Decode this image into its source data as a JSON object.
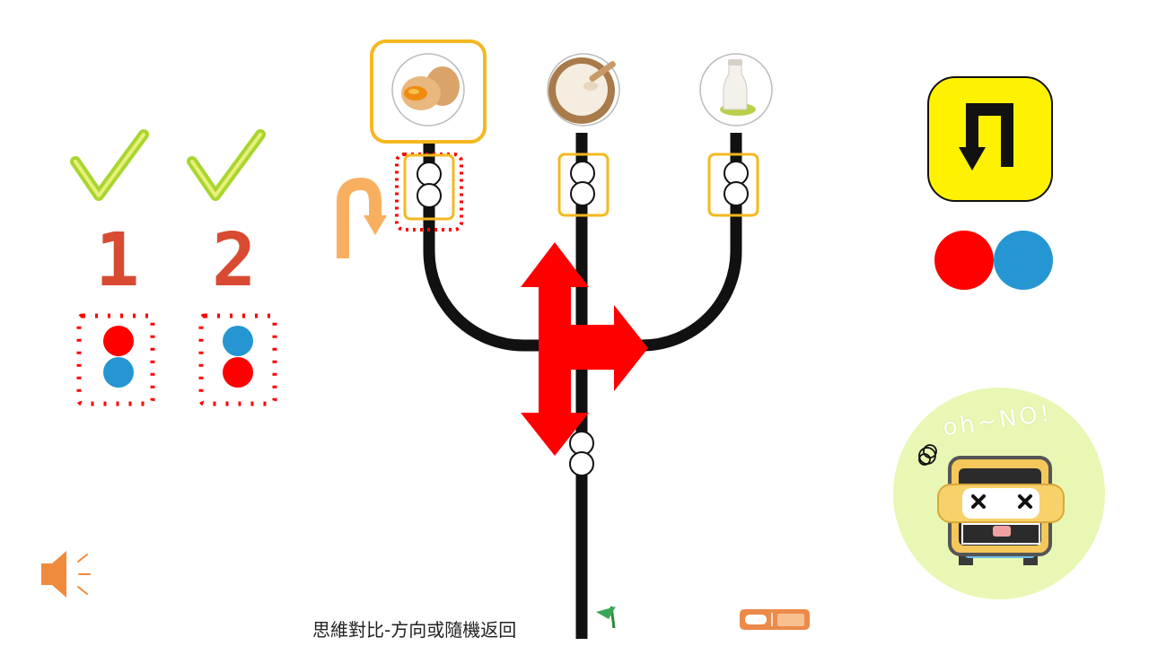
{
  "caption": "思維對比-方向或隨機返回",
  "colors": {
    "red": "#ff0000",
    "blue": "#2596d1",
    "track": "#111111",
    "highlight": "#f5b820",
    "return_button_bg": "#fff200",
    "digit": "#d94a32",
    "check": "#a8d630",
    "speaker": "#f08a3c",
    "u_turn_arrow": "#f8b060",
    "robot_bubble": "#e9f7b5"
  },
  "sequences": [
    {
      "label": "1",
      "dots": [
        "red",
        "blue"
      ],
      "checked": true
    },
    {
      "label": "2",
      "dots": [
        "blue",
        "red"
      ],
      "checked": true
    }
  ],
  "ingredients": [
    {
      "name": "eggs",
      "icon": "eggs-icon",
      "selected": true
    },
    {
      "name": "flour",
      "icon": "flour-bowl-icon",
      "selected": false
    },
    {
      "name": "milk",
      "icon": "milk-bottle-icon",
      "selected": false
    }
  ],
  "legend_dots": [
    "red",
    "blue"
  ],
  "robot_text": "oh~NO!",
  "icons": {
    "return": "return-arrow-icon",
    "sound": "speaker-icon",
    "flag": "green-flag-icon",
    "logo": "logo-badge-icon",
    "direction": "direction-arrows-icon",
    "u_turn": "u-turn-arrow-icon"
  }
}
